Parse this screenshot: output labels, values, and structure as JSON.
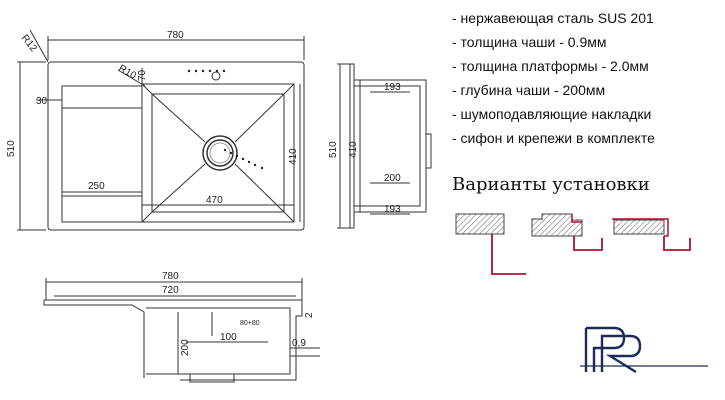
{
  "top_view": {
    "width": "780",
    "height": "510",
    "corner_radius": "R12",
    "inner_radius": "R10",
    "bowl_offset": "70",
    "ledge_depth": "30",
    "bowl_height": "410",
    "platform_width": "250",
    "bowl_width": "470"
  },
  "side_view": {
    "height": "510",
    "bowl_height": "410",
    "dim_top": "193",
    "dim_middle": "200",
    "dim_bottom": "193"
  },
  "section_view": {
    "overall_width": "780",
    "inner_width": "720",
    "rim": "2",
    "depth": "200",
    "drain_offset": "100",
    "drain_label": "80+80",
    "thickness": "0,9"
  },
  "specs": [
    "- нержавеющая сталь SUS 201",
    "- толщина чаши - 0.9мм",
    "- толщина платформы - 2.0мм",
    "- глубина чаши - 200мм",
    "- шумоподавляющие накладки",
    "- сифон и крепежи в комплекте"
  ],
  "install": {
    "title": "Варианты установки"
  },
  "colors": {
    "line": "#333333",
    "accent": "#b01030",
    "hatch": "#777777"
  },
  "logo": {
    "letters": "PR"
  }
}
